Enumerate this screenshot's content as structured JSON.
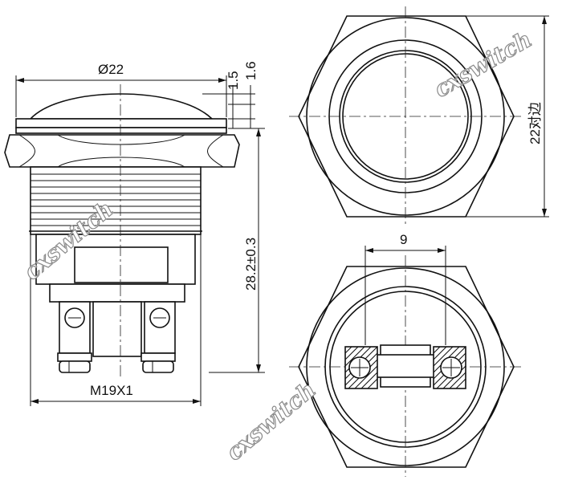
{
  "dimensions": {
    "diameter": "Ø22",
    "cap_height": "1.5",
    "bezel_height": "1.6",
    "total_length": "28.2±0.3",
    "thread": "M19X1",
    "across_flats": "22对边",
    "terminal_spacing": "9"
  },
  "watermark": "cxswitch"
}
